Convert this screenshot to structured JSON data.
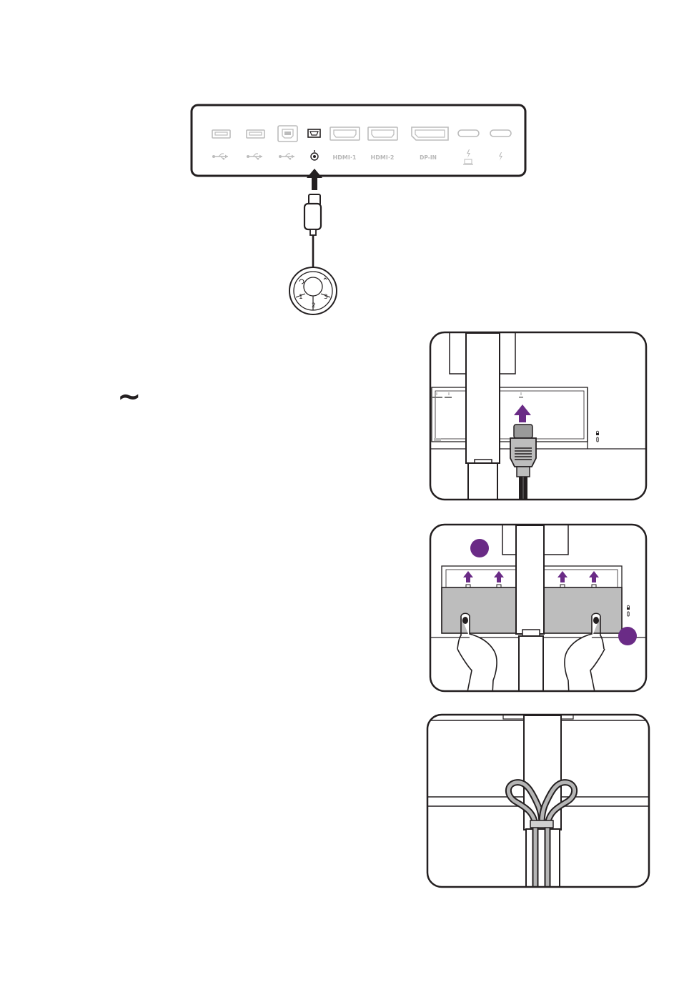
{
  "io_panel": {
    "port_labels": {
      "hdmi1": "HDMI·1",
      "hdmi2": "HDMI·2",
      "dp_in": "DP-IN"
    }
  },
  "puck": {
    "button_labels": [
      "1",
      "2",
      "3"
    ]
  },
  "decoration": {
    "tilde": "~"
  },
  "colors": {
    "accent": "#6a2b86",
    "outline": "#231f20",
    "cover_gray": "#bdbdbd",
    "port_gray": "#bcbcbc"
  },
  "icons": {
    "usb": "usb-icon",
    "thunderbolt": "thunderbolt-icon",
    "audio": "headphone-jack-icon",
    "lock": "lock-icon",
    "arrow": "arrow-up-icon"
  }
}
